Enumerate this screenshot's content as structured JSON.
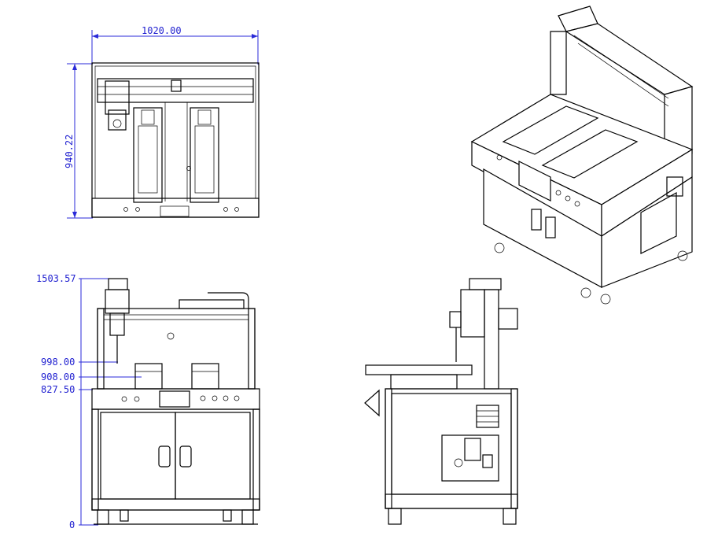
{
  "colors": {
    "line": "#000000",
    "dimension": "#1f1fd0",
    "background": "#ffffff"
  },
  "top_view": {
    "width_label": "1020.00",
    "depth_label": "940.22"
  },
  "front_view": {
    "height_labels": [
      "1503.57",
      "998.00",
      "908.00",
      "827.50",
      "0"
    ]
  }
}
